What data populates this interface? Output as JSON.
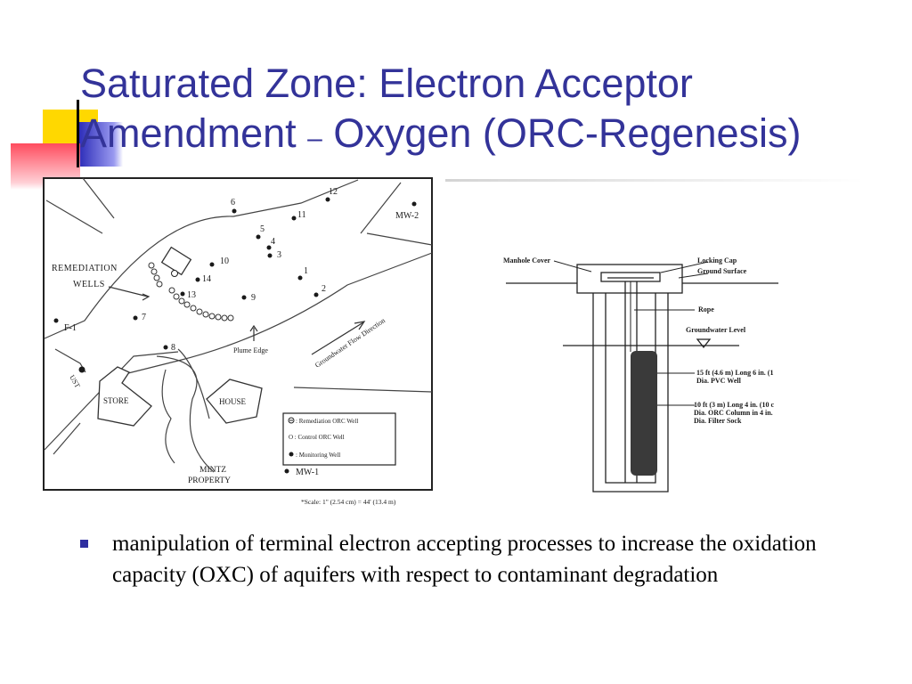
{
  "slide": {
    "title_line1": "Saturated Zone: Electron Acceptor",
    "title_line2_a": "Amendment ",
    "title_dash": "–",
    "title_line2_b": " Oxygen (ORC-Regenesis)"
  },
  "site_map": {
    "remediation_label_1": "REMEDIATION",
    "remediation_label_2": "WELLS",
    "well_labels": [
      "12",
      "11",
      "6",
      "5",
      "4",
      "3",
      "10",
      "14",
      "13",
      "9",
      "1",
      "2",
      "7",
      "8"
    ],
    "mw2": "MW-2",
    "f1": "F-1",
    "ust": "UST",
    "store": "STORE",
    "house": "HOUSE",
    "plume_edge": "Plume Edge",
    "gw_flow": "Groundwater Flow Direction",
    "legend": {
      "remediation": ": Remediation ORC Well",
      "control": "O : Control ORC Well",
      "monitoring": ": Monitoring Well"
    },
    "property_1": "MINTZ",
    "property_2": "PROPERTY",
    "mw1": "MW-1",
    "scale": "*Scale: 1\" (2.54 cm) = 44' (13.4 m)"
  },
  "well_section": {
    "manhole_cover": "Manhole Cover",
    "locking_cap": "Locking Cap",
    "ground_surface": "Ground Surface",
    "rope": "Rope",
    "groundwater_level": "Groundwater Level",
    "pvc_1": "15 ft (4.6 m) Long 6 in. (1",
    "pvc_2": "Dia. PVC Well",
    "orc_1": "10 ft (3 m) Long 4 in. (10 c",
    "orc_2": "Dia. ORC Column in 4 in.",
    "orc_3": "Dia. Filter Sock"
  },
  "bullets": [
    "manipulation of terminal electron accepting processes to increase the oxidation capacity (OXC) of aquifers with respect to contaminant degradation"
  ]
}
